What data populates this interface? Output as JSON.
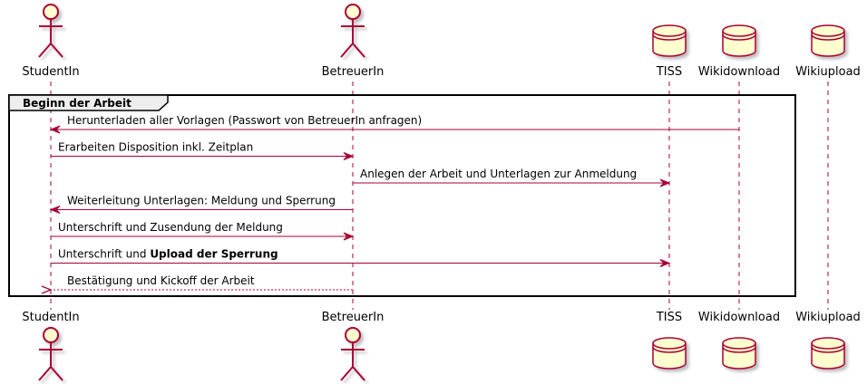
{
  "participants": [
    {
      "id": "studentin",
      "label": "StudentIn",
      "kind": "actor"
    },
    {
      "id": "betreuerin",
      "label": "BetreuerIn",
      "kind": "actor"
    },
    {
      "id": "tiss",
      "label": "TISS",
      "kind": "database"
    },
    {
      "id": "wikidownload",
      "label": "Wikidownload",
      "kind": "database"
    },
    {
      "id": "wikiupload",
      "label": "Wikiupload",
      "kind": "database"
    }
  ],
  "frame": {
    "title": "Beginn der Arbeit"
  },
  "messages": [
    {
      "from": "wikidownload",
      "to": "studentin",
      "style": "solid",
      "parts": [
        {
          "text": "Herunterladen aller Vorlagen (Passwort von BetreuerIn anfragen)",
          "bold": false
        }
      ]
    },
    {
      "from": "studentin",
      "to": "betreuerin",
      "style": "solid",
      "parts": [
        {
          "text": "Erarbeiten Disposition inkl. Zeitplan",
          "bold": false
        }
      ]
    },
    {
      "from": "betreuerin",
      "to": "tiss",
      "style": "solid",
      "parts": [
        {
          "text": "Anlegen der Arbeit und Unterlagen zur Anmeldung",
          "bold": false
        }
      ]
    },
    {
      "from": "betreuerin",
      "to": "studentin",
      "style": "solid",
      "parts": [
        {
          "text": "Weiterleitung Unterlagen: Meldung und Sperrung",
          "bold": false
        }
      ]
    },
    {
      "from": "studentin",
      "to": "betreuerin",
      "style": "solid",
      "parts": [
        {
          "text": "Unterschrift und Zusendung der Meldung",
          "bold": false
        }
      ]
    },
    {
      "from": "studentin",
      "to": "tiss",
      "style": "solid",
      "parts": [
        {
          "text": "Unterschrift und ",
          "bold": false
        },
        {
          "text": "Upload der Sperrung",
          "bold": true
        }
      ]
    },
    {
      "from": "betreuerin",
      "to": "studentin",
      "style": "dashed",
      "parts": [
        {
          "text": "Bestätigung und Kickoff der Arbeit",
          "bold": false
        }
      ]
    }
  ],
  "colors": {
    "line": "#A80036",
    "participant_fill": "#FEFECE",
    "frame_border": "#000000",
    "frame_tab_fill": "#EEEEEE",
    "text": "#000000"
  }
}
